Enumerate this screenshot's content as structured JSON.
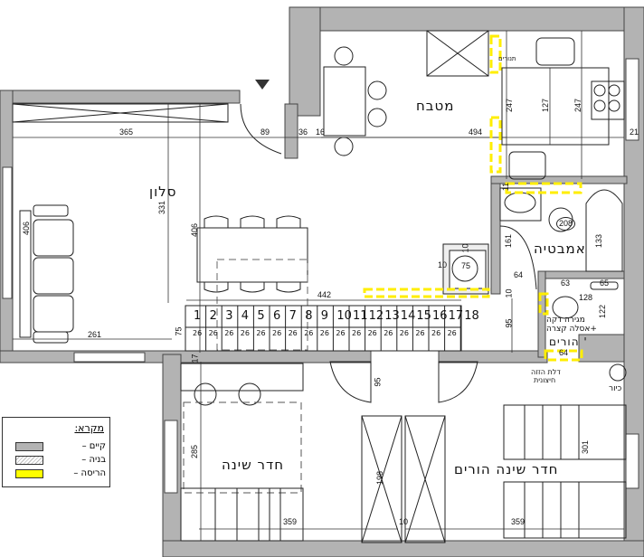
{
  "rooms": {
    "kitchen": "מטבח",
    "living": "סלון",
    "bathroom": "אמבטיה",
    "bedroom": "חדר שינה",
    "master_bedroom": "חדר שינה הורים",
    "parents_bath": "' הורים",
    "parents_bath_note_1": "מגירה דקה",
    "parents_bath_note_2": "+אסלה קצרה",
    "ovens": "תנורים",
    "sliding_door_1": "דלת הזזה",
    "sliding_door_2": "חיצונית",
    "sink": "כיור"
  },
  "legend": {
    "title": "מקרא:",
    "items": [
      {
        "label": "קיים –",
        "color": "#b3b3b3"
      },
      {
        "label": "בניה –",
        "color": "#e6e6e6"
      },
      {
        "label": "הריסה –",
        "color": "#ffff00"
      }
    ]
  },
  "dimensions": {
    "living_width": "365",
    "door_89": "89",
    "d36": "36",
    "d16": "16",
    "kitchen_width": "494",
    "k247a": "247",
    "k127": "127",
    "k247b": "247",
    "k21": "21",
    "living_depth": "331",
    "sofa_406": "406",
    "table_406": "406",
    "d261": "261",
    "d75": "75",
    "stairs_442": "442",
    "d17": "17",
    "bath_161": "161",
    "bath_208": "208",
    "bath_133": "133",
    "d11": "11",
    "d10a": "10",
    "d10b": "10",
    "d10c": "10",
    "d75b": "75",
    "d64a": "64",
    "d95a": "95",
    "d63": "63",
    "d65": "65",
    "d128": "128",
    "d122": "122",
    "d64b": "64",
    "d95b": "95",
    "bed_285": "285",
    "d198": "198",
    "d359a": "359",
    "d359b": "359",
    "d10d": "10",
    "d301": "301"
  },
  "stairs": {
    "numbers": [
      "1",
      "2",
      "3",
      "4",
      "5",
      "6",
      "7",
      "8",
      "9",
      "10",
      "11",
      "12",
      "13",
      "14",
      "15",
      "16",
      "17",
      "18"
    ],
    "tread": "26"
  },
  "colors": {
    "wall": "#b3b3b3",
    "demolition": "#ffff00",
    "line": "#222222"
  }
}
